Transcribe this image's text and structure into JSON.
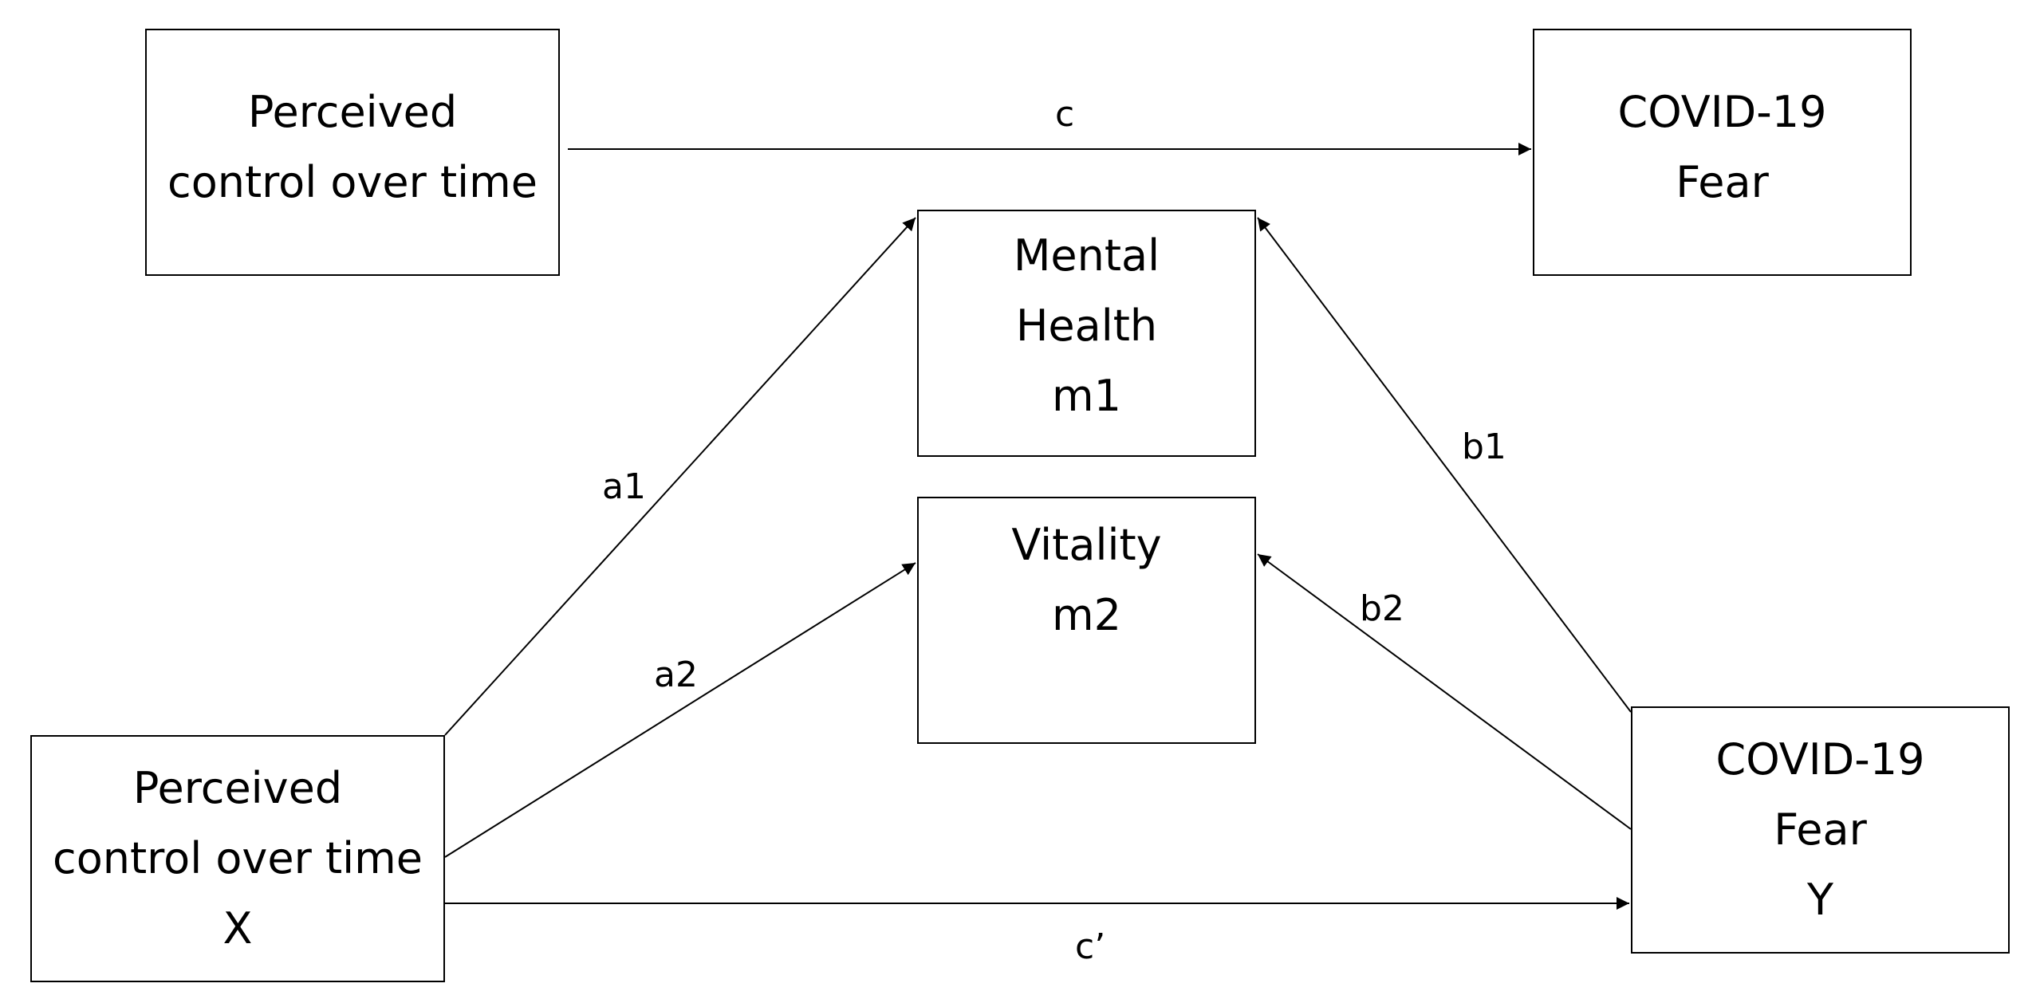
{
  "boxes": {
    "x_top": {
      "lines": [
        "Perceived",
        "control over time"
      ]
    },
    "y_top": {
      "lines": [
        "COVID-19",
        "Fear"
      ]
    },
    "m1": {
      "lines": [
        "Mental",
        "Health",
        "m1"
      ]
    },
    "m2": {
      "lines": [
        "Vitality",
        "m2"
      ]
    },
    "x_bottom": {
      "lines": [
        "Perceived",
        "control over time",
        "X"
      ]
    },
    "y_bottom": {
      "lines": [
        "COVID-19",
        "Fear",
        "Y"
      ]
    }
  },
  "paths": {
    "c": "c",
    "a1": "a1",
    "a2": "a2",
    "b1": "b1",
    "b2": "b2",
    "c_prime": "c’"
  }
}
